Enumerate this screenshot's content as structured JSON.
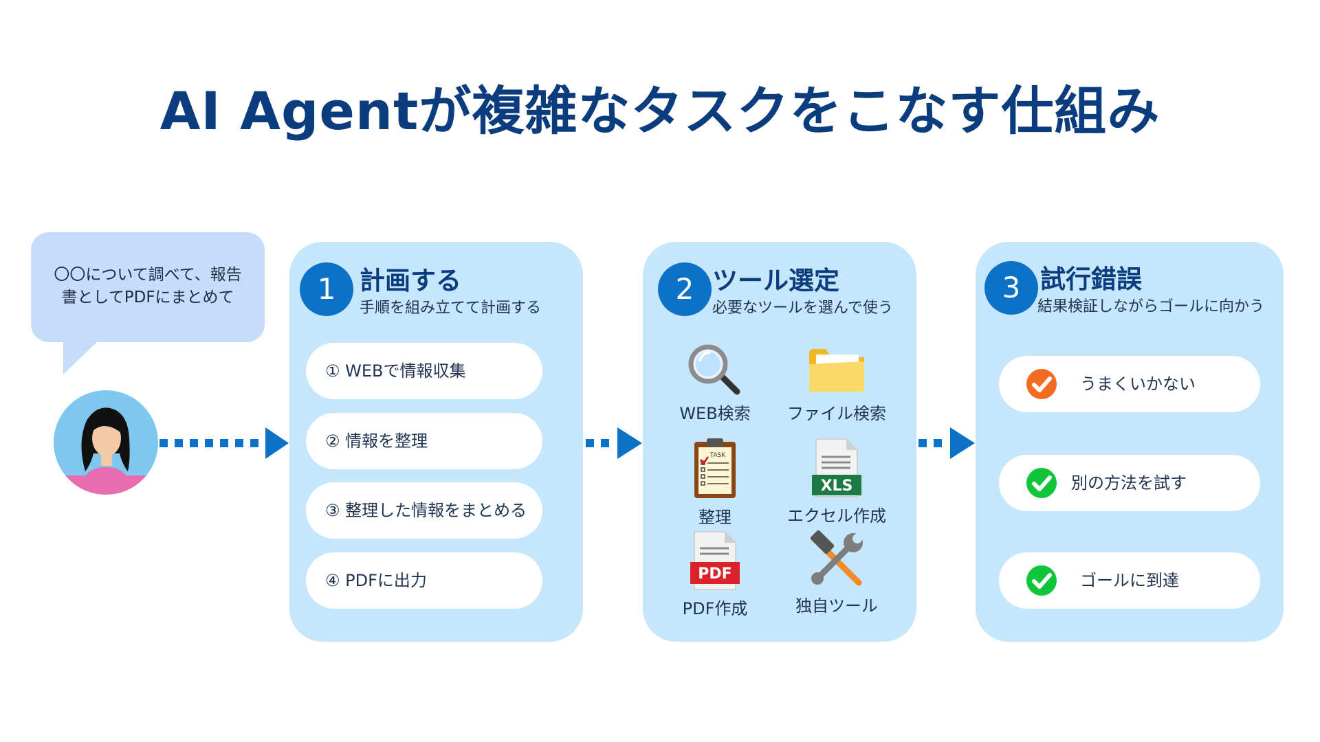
{
  "title": "AI Agentが複雑なタスクをこなす仕組み",
  "request": {
    "line1": "〇〇について調べて、報告",
    "line2": "書としてPDFにまとめて"
  },
  "steps": [
    {
      "number": "1",
      "title": "計画する",
      "subtitle": "手順を組み立てて計画する",
      "items": [
        "① WEBで情報収集",
        "② 情報を整理",
        "③ 整理した情報をまとめる",
        "④ PDFに出力"
      ]
    },
    {
      "number": "2",
      "title": "ツール選定",
      "subtitle": "必要なツールを選んで使う",
      "tools": [
        {
          "label": "WEB検索",
          "icon": "magnifier-icon"
        },
        {
          "label": "ファイル検索",
          "icon": "folder-icon"
        },
        {
          "label": "整理",
          "icon": "task-clipboard-icon",
          "icon_text": "TASK"
        },
        {
          "label": "エクセル作成",
          "icon": "xls-file-icon",
          "icon_text": "XLS"
        },
        {
          "label": "PDF作成",
          "icon": "pdf-file-icon",
          "icon_text": "PDF"
        },
        {
          "label": "独自ツール",
          "icon": "hammer-wrench-icon"
        }
      ]
    },
    {
      "number": "3",
      "title": "試行錯誤",
      "subtitle": "結果検証しながらゴールに向かう",
      "results": [
        {
          "label": "うまくいかない",
          "status": "fail",
          "color": "#f26b21"
        },
        {
          "label": "別の方法を試す",
          "status": "ok",
          "color": "#11c43a"
        },
        {
          "label": "ゴールに到達",
          "status": "ok",
          "color": "#11c43a"
        }
      ]
    }
  ],
  "colors": {
    "title": "#0b3c7d",
    "accent": "#0b72c8",
    "panel": "#c6e7fb",
    "bubble": "#c6dcfb",
    "avatar_bg": "#7ec8f0",
    "shirt": "#e96bb0"
  }
}
